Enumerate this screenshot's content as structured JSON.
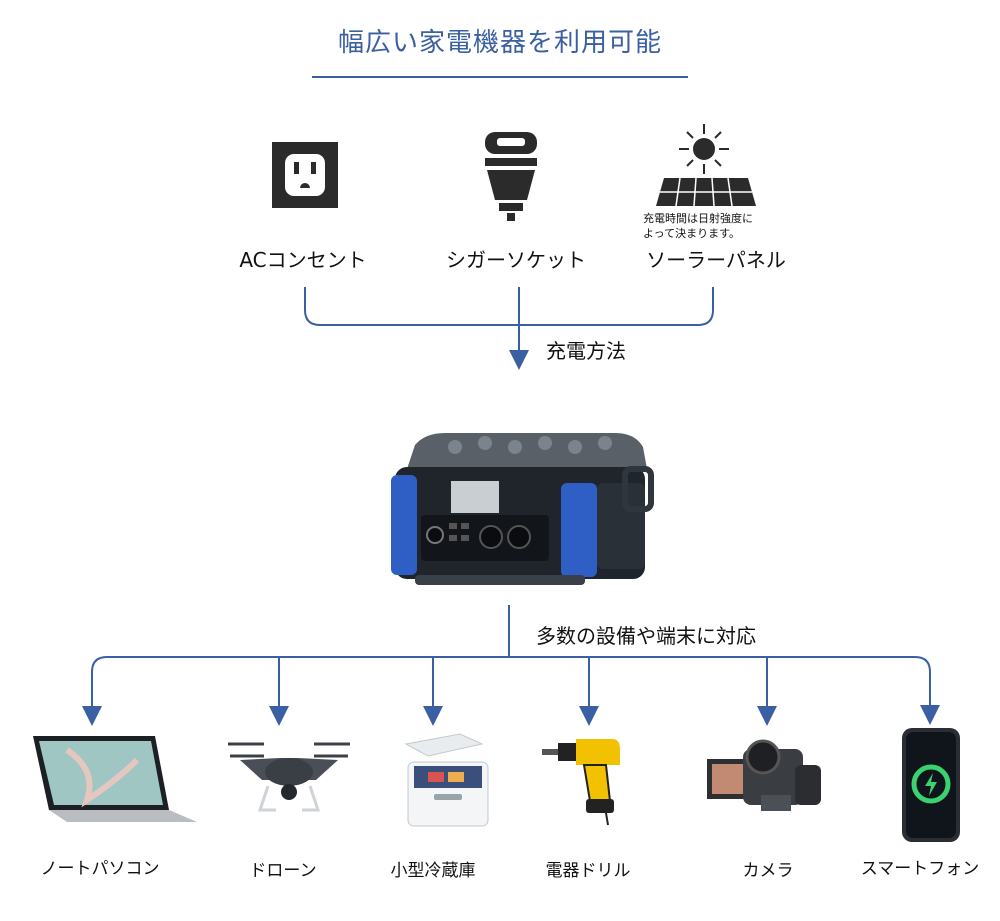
{
  "title": "幅広い家電機器を利用可能",
  "sources": [
    {
      "label": "ACコンセント",
      "icon": "ac-outlet-icon"
    },
    {
      "label": "シガーソケット",
      "icon": "car-charger-icon"
    },
    {
      "label": "ソーラーパネル",
      "icon": "solar-panel-icon"
    }
  ],
  "solar_note_line1": "充電時間は日射強度に",
  "solar_note_line2": "よって決まります。",
  "charging_label": "充電方法",
  "output_label": "多数の設備や端末に対応",
  "devices": [
    {
      "label": "ノートパソコン",
      "icon": "laptop-icon"
    },
    {
      "label": "ドローン",
      "icon": "drone-icon"
    },
    {
      "label": "小型冷蔵庫",
      "icon": "cooler-box-icon"
    },
    {
      "label": "電器ドリル",
      "icon": "electric-drill-icon"
    },
    {
      "label": "カメラ",
      "icon": "camcorder-icon"
    },
    {
      "label": "スマートフォン",
      "icon": "smartphone-icon"
    }
  ],
  "colors": {
    "accent": "#3a5fa3",
    "icon_dark": "#2b2b2b",
    "product_blue": "#2f5fc4",
    "phone_green": "#3bd16f",
    "drill_yellow": "#f2c200"
  }
}
